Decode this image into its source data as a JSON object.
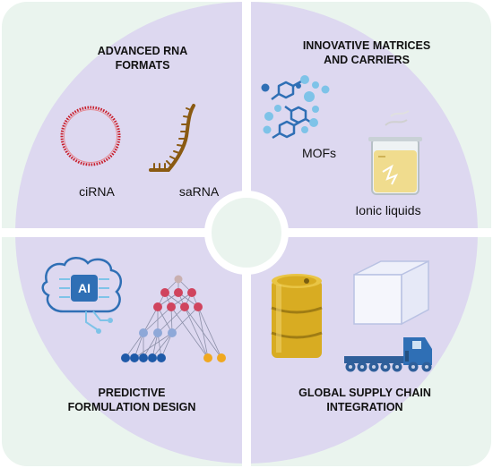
{
  "quadrants": {
    "top_left": {
      "title_line1": "ADVANCED RNA",
      "title_line2": "FORMATS",
      "items": [
        "ciRNA",
        "saRNA"
      ]
    },
    "top_right": {
      "title_line1": "INNOVATIVE MATRICES",
      "title_line2": "AND CARRIERS",
      "items": [
        "MOFs",
        "Ionic liquids"
      ]
    },
    "bottom_left": {
      "title_line1": "PREDICTIVE",
      "title_line2": "FORMULATION DESIGN",
      "chip_text": "AI"
    },
    "bottom_right": {
      "title_line1": "GLOBAL SUPPLY CHAIN",
      "title_line2": "INTEGRATION"
    }
  },
  "colors": {
    "background_ring": "#eaf4ee",
    "quadrant_fill": "#ddd8f0",
    "divider": "#ffffff",
    "circ_rna": "#c8202e",
    "sa_rna": "#8a5a12",
    "mof_light": "#7ec3e8",
    "mof_dark": "#2f6fb5",
    "nn_top": "#c9b0b0",
    "nn_red": "#d0445e",
    "nn_light": "#8ea8d8",
    "nn_dark": "#1f5aa8",
    "nn_orange": "#f0a820",
    "barrel": "#d8ac22",
    "truck": "#2f5f9a"
  }
}
